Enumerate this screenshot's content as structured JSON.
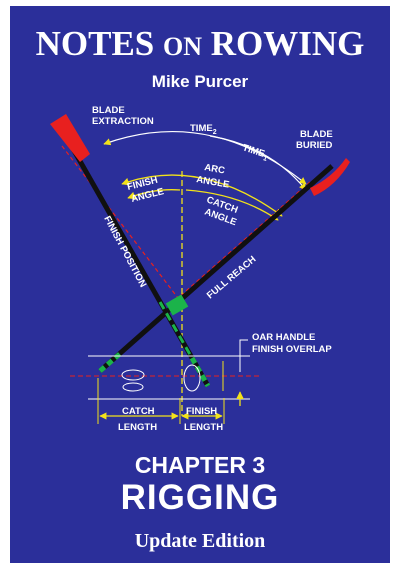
{
  "cover": {
    "title_part1": "NOTES ",
    "title_part2": "ON",
    "title_part3": " ROWING",
    "author": "Mike Purcer",
    "chapter": "CHAPTER 3",
    "section": "RIGGING",
    "edition": "Update Edition"
  },
  "diagram": {
    "labels": {
      "blade_extraction_1": "BLADE",
      "blade_extraction_2": "EXTRACTION",
      "time2": "TIME",
      "time2_sub": "2",
      "time1": "TIME",
      "time1_sub": "1",
      "blade_buried_1": "BLADE",
      "blade_buried_2": "BURIED",
      "arc_angle_1": "ARC",
      "arc_angle_2": "ANGLE",
      "finish_angle_1": "FINISH",
      "finish_angle_2": "ANGLE",
      "catch_angle_1": "CATCH",
      "catch_angle_2": "ANGLE",
      "finish_position": "FINISH POSITION",
      "full_reach": "FULL REACH",
      "oar_overlap_1": "OAR HANDLE",
      "oar_overlap_2": "FINISH OVERLAP",
      "catch_length_1": "CATCH",
      "catch_length_2": "LENGTH",
      "finish_length_1": "FINISH",
      "finish_length_2": "LENGTH"
    },
    "colors": {
      "background": "#2b2f9a",
      "shaft": "#101010",
      "sleeve": "#1bb34a",
      "blade": "#e8201f",
      "annotation": "#f2e21a",
      "dashed_red": "#e8201f"
    }
  }
}
